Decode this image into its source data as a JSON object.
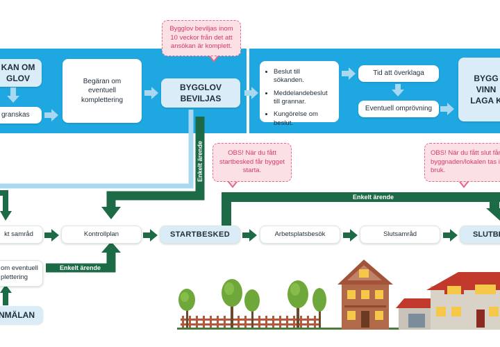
{
  "top": {
    "box_ansokan_line1": "KAN OM",
    "box_ansokan_line2": "GLOV",
    "box_granskas": "granskas",
    "box_begaran_line1": "Begäran om",
    "box_begaran_line2": "eventuell",
    "box_begaran_line3": "komplettering",
    "box_bygglov_line1": "BYGGLOV",
    "box_bygglov_line2": "BEVILJAS",
    "list_items": [
      "Beslut till sökanden.",
      "Meddelandebeslut till grannar.",
      "Kungörelse om beslut."
    ],
    "box_tid": "Tid att överklaga",
    "box_omprovning": "Eventuell omprövning",
    "box_vinner_line1": "BYGG",
    "box_vinner_line2": "VINN",
    "box_vinner_line3": "LAGA K"
  },
  "notes": {
    "bygglov_note": "Bygglov beviljas inom 10 veckor från det att ansökan är komplett.",
    "startbesked_note": "OBS! När du fått startbesked får bygget starta.",
    "slutbesked_note": "OBS! När du fått slut får byggnaden/lokalen tas i bruk."
  },
  "bottom": {
    "box_samrad": "kt samråd",
    "box_kontrollplan": "Kontrollplan",
    "box_startbesked": "STARTBESKED",
    "box_arbetsplatsbesok": "Arbetsplatsbesök",
    "box_slutsamrad": "Slutsamråd",
    "box_slutbesked": "SLUTBE",
    "box_komplettering_line1": "om eventuell",
    "box_komplettering_line2": "plettering",
    "box_anmalan": "NMÄLAN"
  },
  "labels": {
    "enkelt_vertical": "Enkelt ärende",
    "enkelt_top": "Enkelt ärende",
    "enkelt_bottom": "Enkelt ärende"
  },
  "colors": {
    "band_blue": "#1ea7e0",
    "arrow_light_blue": "#a9d8f1",
    "arrow_green": "#1c6b46",
    "note_pink": "#fbe1e6",
    "note_text": "#d9386a"
  }
}
